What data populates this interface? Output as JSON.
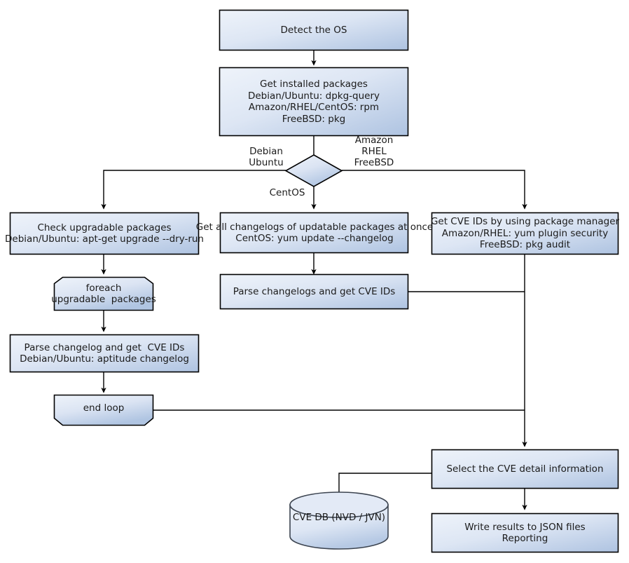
{
  "diagram": {
    "title": "Vulnerability scanning flow",
    "colors": {
      "fill_light": "#e9eff8",
      "fill_dark": "#aec3e1",
      "stroke": "#000000",
      "text": "#1b1b1b",
      "background": "#ffffff"
    },
    "nodes": [
      {
        "id": "detect-os",
        "shape": "process",
        "lines": [
          "Detect the OS"
        ]
      },
      {
        "id": "get-installed-packages",
        "shape": "process",
        "lines": [
          "Get installed packages",
          "Debian/Ubuntu: dpkg-query",
          "Amazon/RHEL/CentOS: rpm",
          "FreeBSD: pkg"
        ]
      },
      {
        "id": "os-decision",
        "shape": "decision",
        "lines": []
      },
      {
        "id": "check-upgradable-packages",
        "shape": "process",
        "lines": [
          "Check upgradable packages",
          "Debian/Ubuntu: apt-get upgrade --dry-run"
        ]
      },
      {
        "id": "get-all-changelogs",
        "shape": "process",
        "lines": [
          "Get all changelogs of updatable packages at once",
          "CentOS: yum update --changelog"
        ]
      },
      {
        "id": "get-cve-ids-package-manager",
        "shape": "process",
        "lines": [
          "Get CVE IDs by using package manager",
          "Amazon/RHEL: yum plugin security",
          "FreeBSD: pkg audit"
        ]
      },
      {
        "id": "foreach-upgradable-packages",
        "shape": "loop-start",
        "lines": [
          "foreach",
          "upgradable  packages"
        ]
      },
      {
        "id": "parse-changelogs-get-cve-ids",
        "shape": "process",
        "lines": [
          "Parse changelogs and get CVE IDs"
        ]
      },
      {
        "id": "parse-changelog-get-cve-ids",
        "shape": "process",
        "lines": [
          "Parse changelog and get  CVE IDs",
          "Debian/Ubuntu: aptitude changelog"
        ]
      },
      {
        "id": "end-loop",
        "shape": "loop-end",
        "lines": [
          "end loop"
        ]
      },
      {
        "id": "select-cve-detail",
        "shape": "process",
        "lines": [
          "Select the CVE detail information"
        ]
      },
      {
        "id": "cve-db",
        "shape": "database",
        "lines": [
          "CVE DB (NVD / JVN)"
        ]
      },
      {
        "id": "write-results",
        "shape": "process",
        "lines": [
          "Write results to JSON files",
          "Reporting"
        ]
      }
    ],
    "edge_labels": [
      {
        "id": "branch-debian-ubuntu",
        "lines": [
          "Debian",
          "Ubuntu"
        ]
      },
      {
        "id": "branch-amazon-rhel-freebsd",
        "lines": [
          "Amazon",
          "RHEL",
          "FreeBSD"
        ]
      },
      {
        "id": "branch-centos",
        "lines": [
          "CentOS"
        ]
      }
    ]
  }
}
